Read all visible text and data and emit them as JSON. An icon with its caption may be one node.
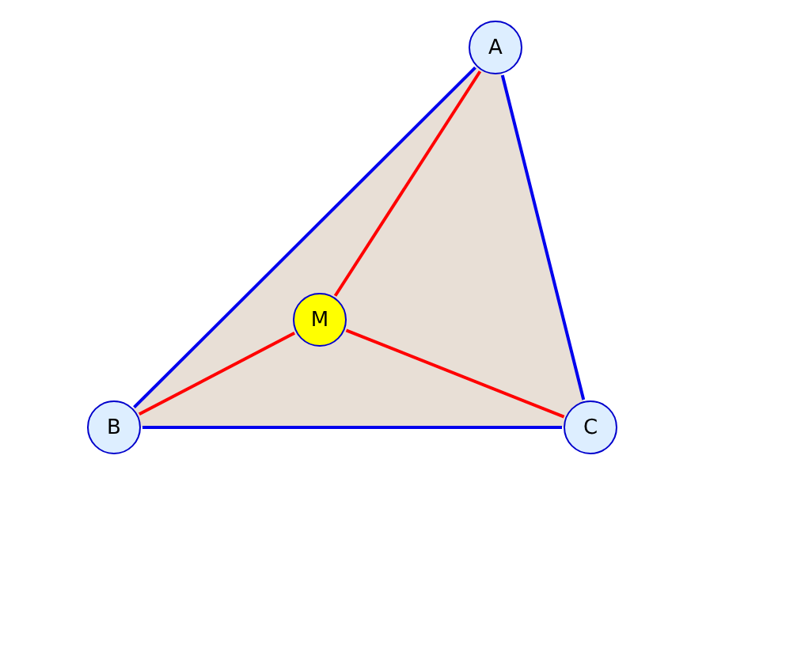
{
  "diagram": {
    "nodes": [
      {
        "text": [
          "A"
        ]
      },
      {
        "text": [
          "B"
        ]
      },
      {
        "text": [
          "C"
        ]
      },
      {
        "text": [
          "M"
        ]
      }
    ],
    "edges": [
      {
        "from": 0,
        "to": 1,
        "arrow": "none",
        "color": "#0000ee"
      },
      {
        "from": 1,
        "to": 2,
        "arrow": "none",
        "color": "#0000ee"
      },
      {
        "from": 2,
        "to": 0,
        "arrow": "none",
        "color": "#0000ee"
      },
      {
        "from": 3,
        "to": 0,
        "arrow": "none",
        "color": "#ff0000"
      },
      {
        "from": 3,
        "to": 1,
        "arrow": "none",
        "color": "#ff0000"
      },
      {
        "from": 3,
        "to": 2,
        "arrow": "none",
        "color": "#ff0000"
      }
    ]
  }
}
